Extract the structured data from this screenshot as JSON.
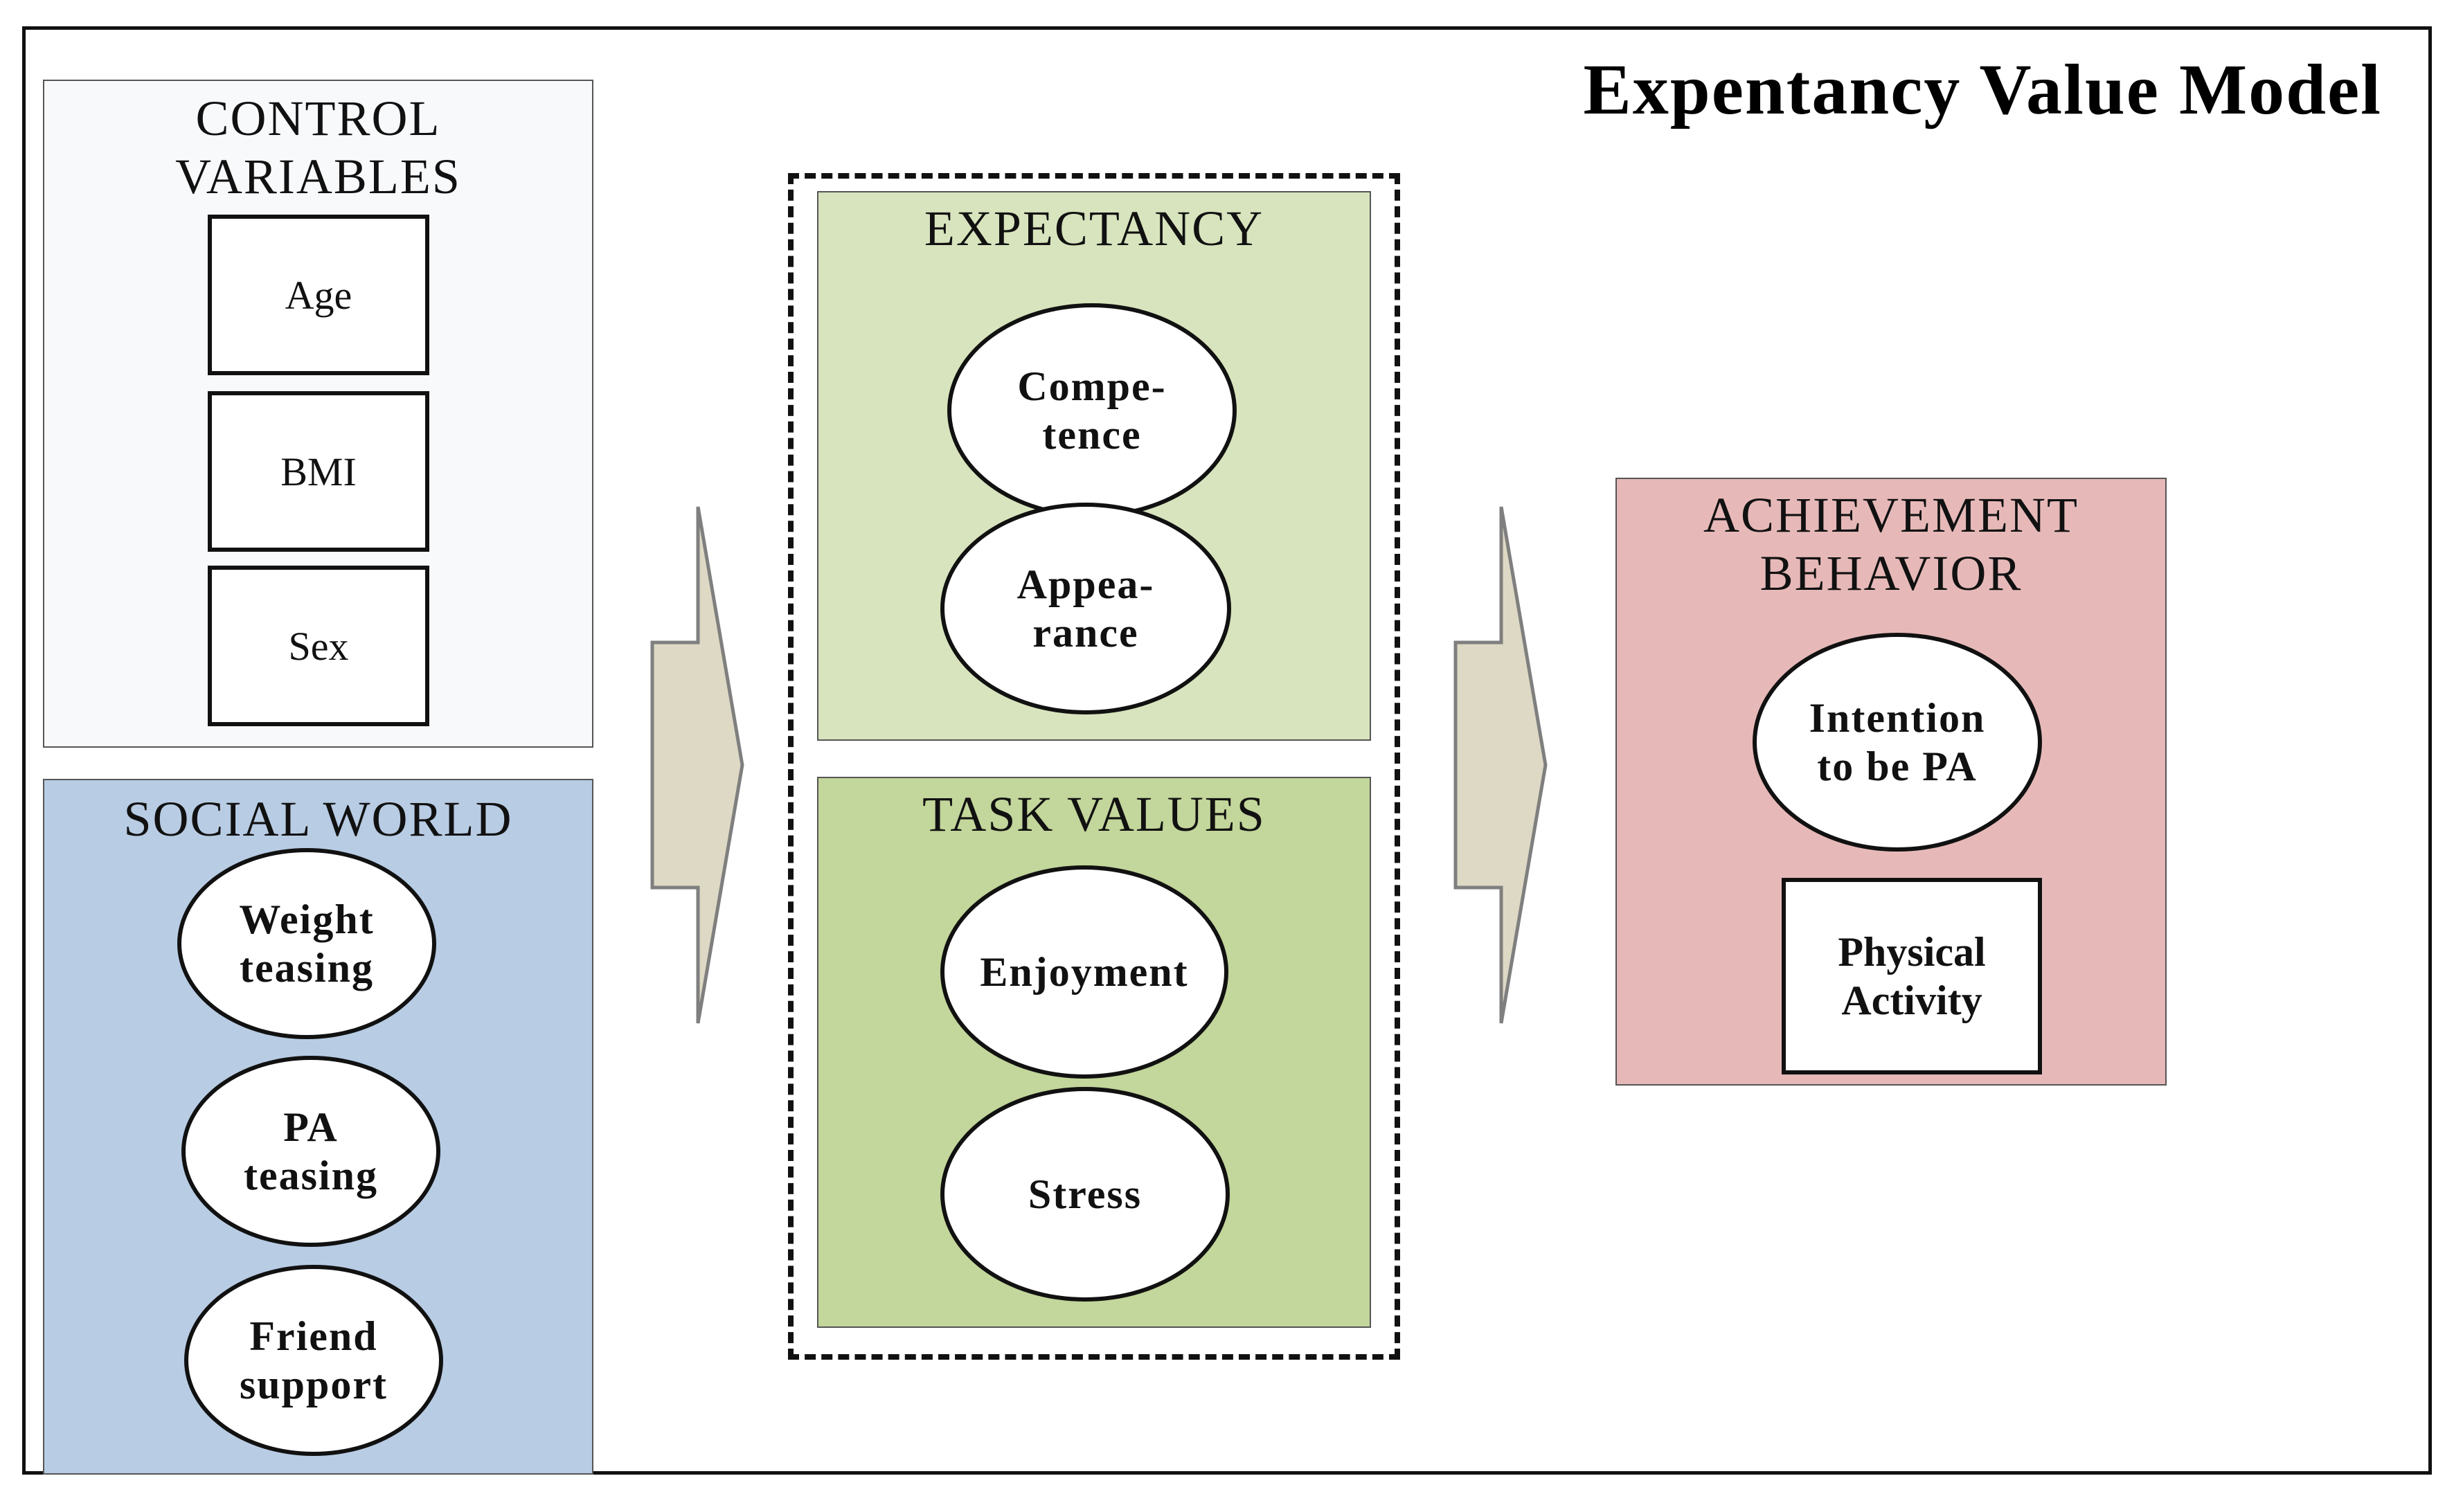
{
  "title": "Expentancy Value Model",
  "control_variables": {
    "title": "CONTROL\nVARIABLES",
    "items": [
      "Age",
      "BMI",
      "Sex"
    ],
    "fill": "#f8f9fb"
  },
  "social_world": {
    "title": "SOCIAL WORLD",
    "items": [
      "Weight\nteasing",
      "PA\nteasing",
      "Friend\nsupport"
    ],
    "fill": "#b8cce4"
  },
  "expectancy": {
    "title": "EXPECTANCY",
    "items": [
      "Compe-\ntence",
      "Appea-\nrance"
    ],
    "fill": "#d7e4bd"
  },
  "task_values": {
    "title": "TASK VALUES",
    "items": [
      "Enjoyment",
      "Stress"
    ],
    "fill": "#c3d69b"
  },
  "achievement_behavior": {
    "title": "ACHIEVEMENT\nBEHAVIOR",
    "intention": "Intention\nto be PA",
    "physical_activity": "Physical\nActivity",
    "fill": "#e6b9b8"
  },
  "arrow_fill": "#ddd9c4",
  "arrow_stroke": "#7f7f7f"
}
